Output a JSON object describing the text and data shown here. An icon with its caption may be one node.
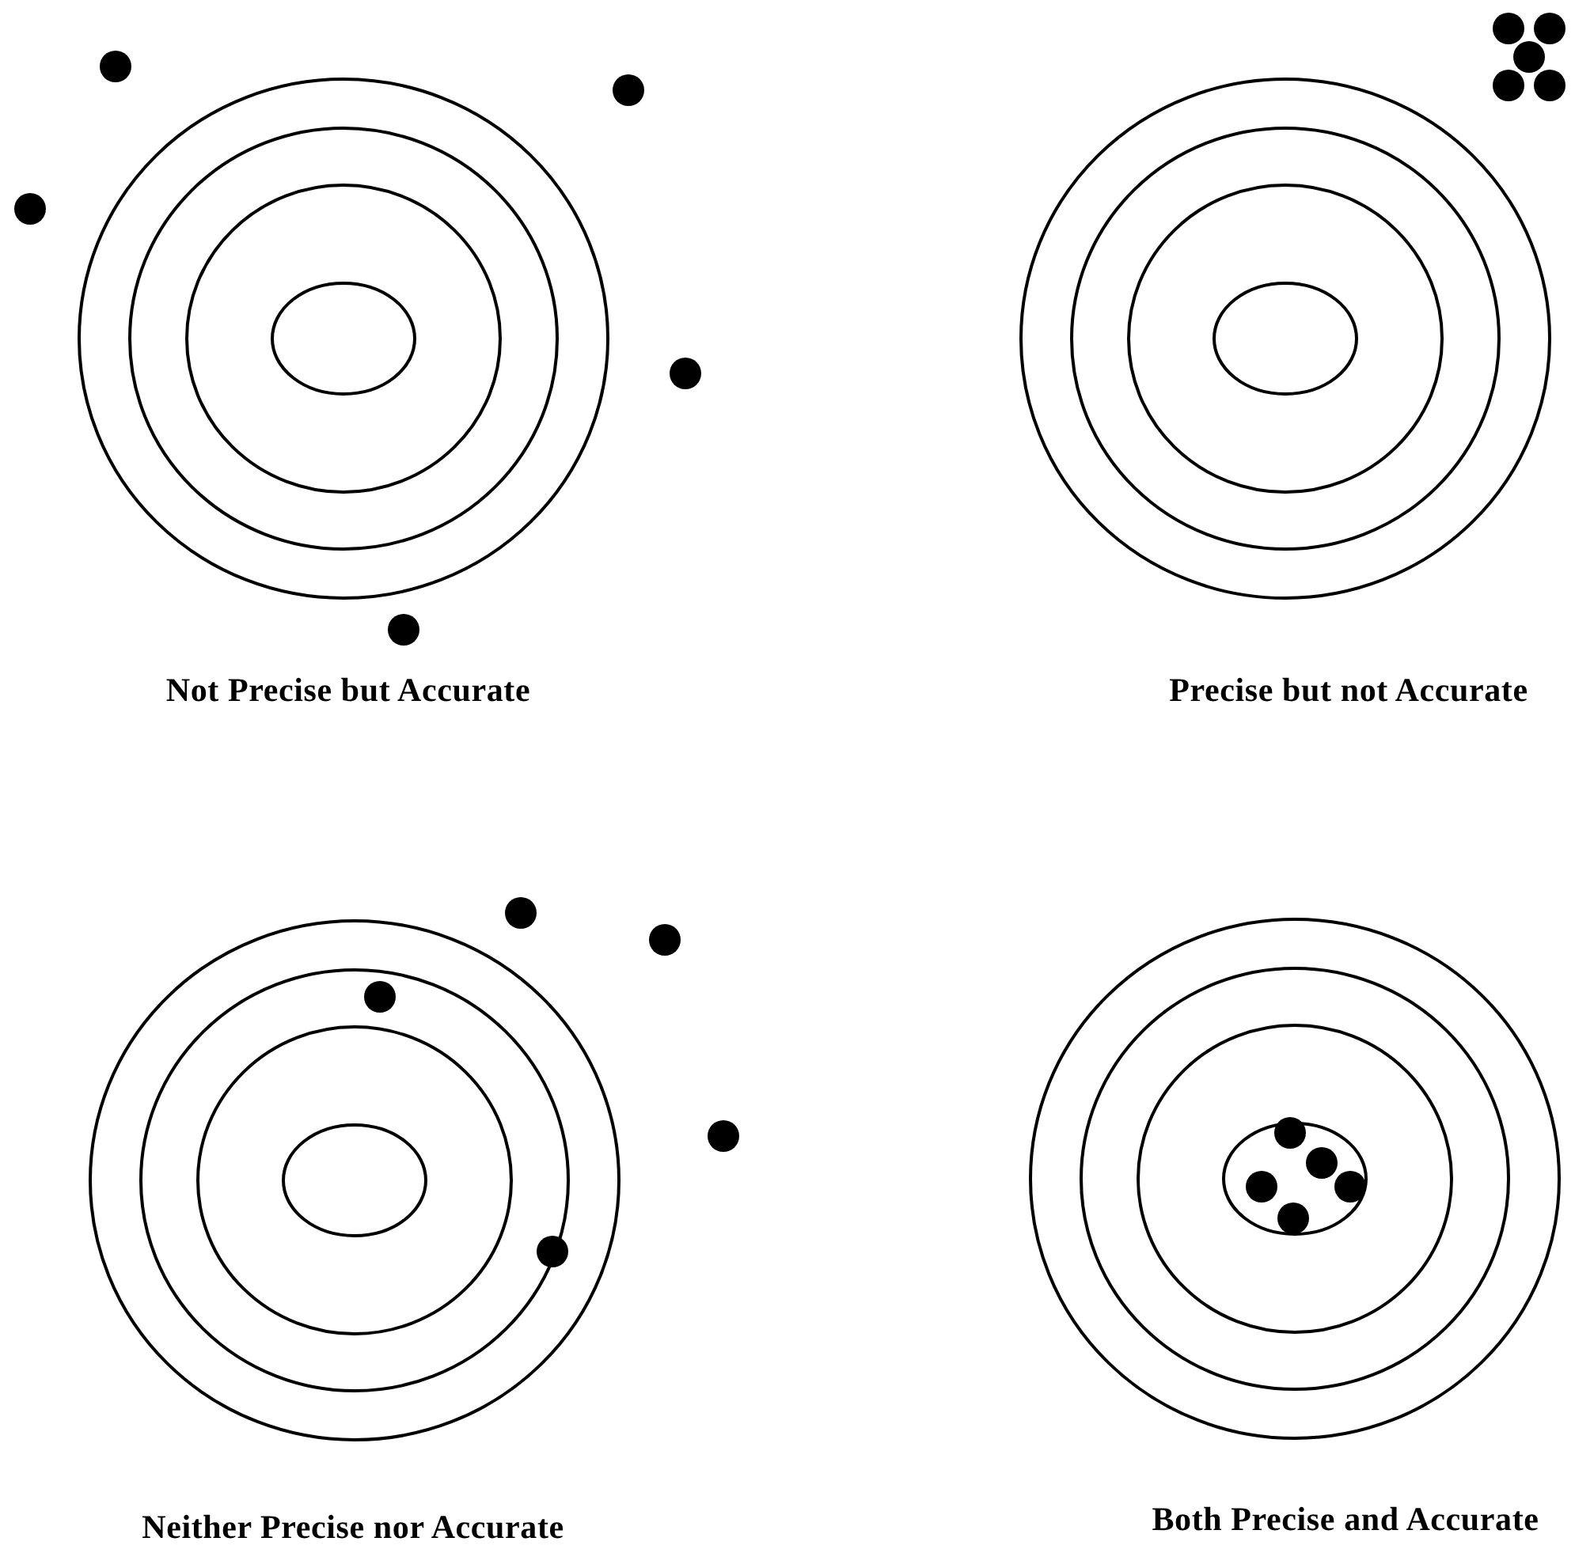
{
  "diagram": {
    "labels": [
      "Not Precise but Accurate",
      "Precise but not Accurate",
      "Neither Precise nor Accurate",
      "Both Precise and Accurate"
    ]
  }
}
